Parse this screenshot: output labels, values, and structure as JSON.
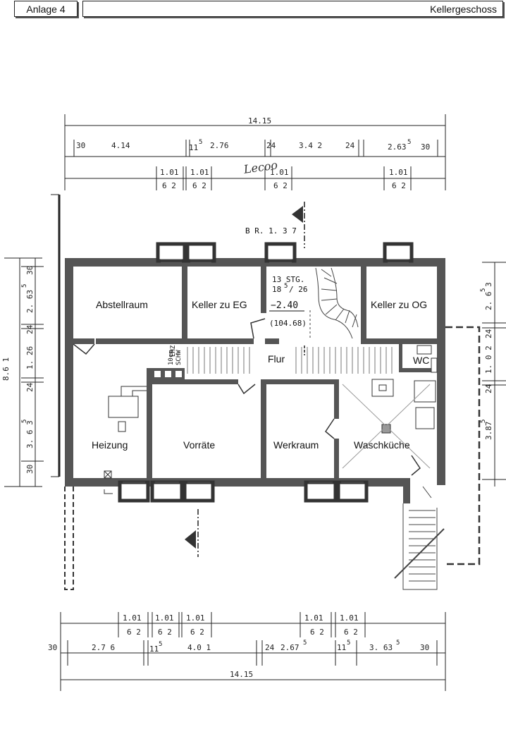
{
  "header": {
    "sheet_label": "Anlage 4",
    "floor_title": "Kellergeschoss"
  },
  "rooms": {
    "abstellraum": "Abstellraum",
    "keller_eg": "Keller zu EG",
    "keller_og": "Keller zu OG",
    "flur": "Flur",
    "wc": "WC",
    "heizung": "Heizung",
    "vorraete": "Vorräte",
    "werkraum": "Werkraum",
    "waschkueche": "Waschküche"
  },
  "stair": {
    "steps": "13 STG.",
    "ratio_a": "18",
    "ratio_sup": "5",
    "ratio_b": "/ 26",
    "level": "−2.40",
    "abs_level": "(104.68)"
  },
  "section_label": "B R. 1. 3 7",
  "top_dims": {
    "total": "14.15",
    "seg_30a": "30",
    "seg_414": "4.14",
    "seg_11": "11",
    "seg_11_sup": "5",
    "seg_276": "2.76",
    "seg_24a": "24",
    "seg_342": "3.4 2",
    "seg_24b": "24",
    "seg_263": "2.63",
    "seg_263_sup": "5",
    "seg_30b": "30",
    "win_w": "1.01",
    "win_h": "6 2"
  },
  "bottom_dims": {
    "total": "14.15",
    "seg_30a": "30",
    "seg_276": "2.7 6",
    "seg_11": "11",
    "seg_11_sup": "5",
    "seg_401": "4.0 1",
    "seg_24": "24",
    "seg_267": "2.67",
    "seg_267_sup": "5",
    "seg_11b": "11",
    "seg_11b_sup": "5",
    "seg_363": "3. 63",
    "seg_363_sup": "5",
    "seg_30b": "30",
    "win_w": "1.01",
    "win_h": "6 2"
  },
  "left_dims": {
    "total": "8.6 1",
    "seg_30a": "30",
    "seg_263": "2. 63",
    "seg_263_sup": "5",
    "seg_24a": "24",
    "seg_126": "1. 26",
    "seg_24b": "24",
    "seg_363": "3. 6 3",
    "seg_363_sup": "5",
    "seg_30b": "30"
  },
  "right_dims": {
    "seg_263": "2. 6 3",
    "seg_263_sup": "5",
    "seg_24a": "24",
    "seg_102": "1. 0 2",
    "seg_24b": "24",
    "seg_387": "3.87",
    "seg_387_sup": "5"
  },
  "chimney_label_a": "10cm",
  "chimney_label_b": "SCHW",
  "chimney_label_c": "EHZ",
  "handwritten_mark": "Lecoo"
}
